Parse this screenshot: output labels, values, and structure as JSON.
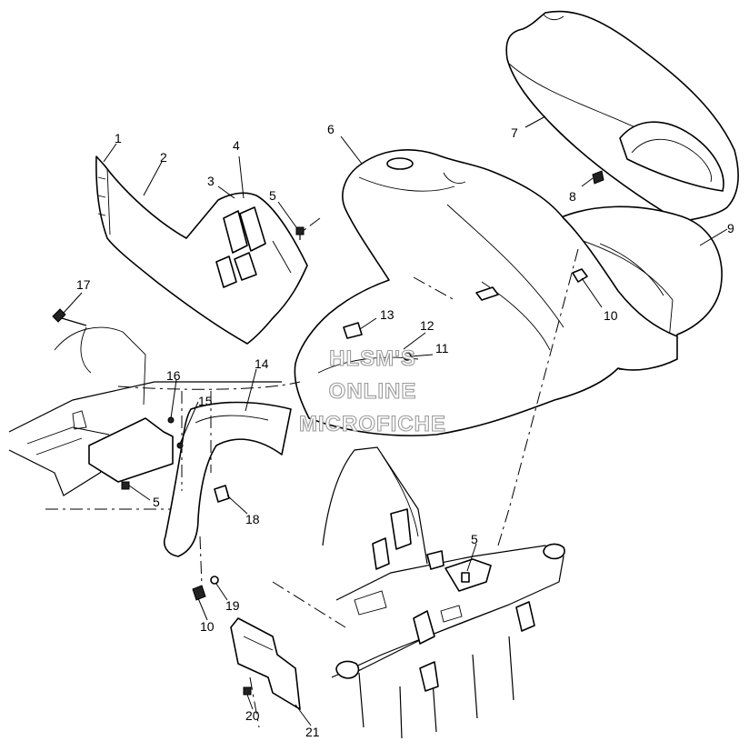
{
  "watermark": {
    "line1": "HLSM'S",
    "line2": "ONLINE",
    "line3": "MICROFICHE"
  },
  "callouts": [
    {
      "id": "c1",
      "label": "1"
    },
    {
      "id": "c2",
      "label": "2"
    },
    {
      "id": "c3",
      "label": "3"
    },
    {
      "id": "c4",
      "label": "4"
    },
    {
      "id": "c5a",
      "label": "5"
    },
    {
      "id": "c6",
      "label": "6"
    },
    {
      "id": "c7",
      "label": "7"
    },
    {
      "id": "c8",
      "label": "8"
    },
    {
      "id": "c9",
      "label": "9"
    },
    {
      "id": "c10a",
      "label": "10"
    },
    {
      "id": "c11",
      "label": "11"
    },
    {
      "id": "c12",
      "label": "12"
    },
    {
      "id": "c13",
      "label": "13"
    },
    {
      "id": "c14",
      "label": "14"
    },
    {
      "id": "c15",
      "label": "15"
    },
    {
      "id": "c16",
      "label": "16"
    },
    {
      "id": "c17",
      "label": "17"
    },
    {
      "id": "c18",
      "label": "18"
    },
    {
      "id": "c5b",
      "label": "5"
    },
    {
      "id": "c5c",
      "label": "5"
    },
    {
      "id": "c19",
      "label": "19"
    },
    {
      "id": "c10b",
      "label": "10"
    },
    {
      "id": "c20",
      "label": "20"
    },
    {
      "id": "c21",
      "label": "21"
    }
  ]
}
